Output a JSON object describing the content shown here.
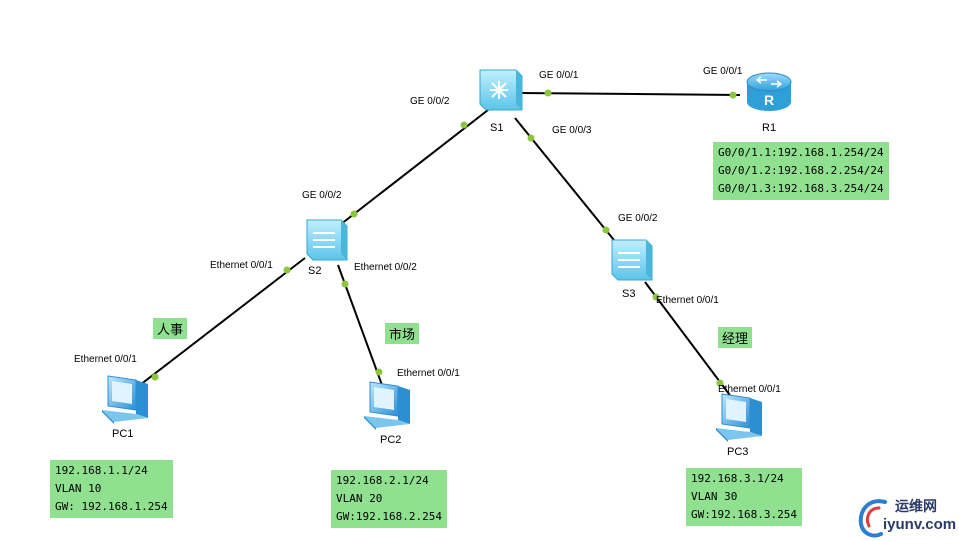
{
  "devices": {
    "s1": "S1",
    "s2": "S2",
    "s3": "S3",
    "r1": "R1",
    "pc1": "PC1",
    "pc2": "PC2",
    "pc3": "PC3"
  },
  "ports": {
    "s1_r1": "GE 0/0/1",
    "r1_s1": "GE 0/0/1",
    "s1_s2": "GE 0/0/2",
    "s2_s1": "GE 0/0/2",
    "s1_s3": "GE 0/0/3",
    "s3_s1": "GE 0/0/2",
    "s2_pc1": "Ethernet 0/0/1",
    "s2_pc2": "Ethernet 0/0/2",
    "pc1_s2": "Ethernet 0/0/1",
    "pc2_s2": "Ethernet 0/0/1",
    "s3_pc3": "Ethernet 0/0/1",
    "pc3_s3": "Ethernet 0/0/1"
  },
  "departments": {
    "hr": "人事",
    "market": "市场",
    "manager": "经理"
  },
  "router_info": [
    "G0/0/1.1:192.168.1.254/24",
    "G0/0/1.2:192.168.2.254/24",
    "G0/0/1.3:192.168.3.254/24"
  ],
  "pc1_info": [
    "192.168.1.1/24",
    "VLAN 10",
    "GW: 192.168.1.254"
  ],
  "pc2_info": [
    "192.168.2.1/24",
    "VLAN 20",
    "GW:192.168.2.254"
  ],
  "pc3_info": [
    "192.168.3.1/24",
    "VLAN 30",
    "GW:192.168.3.254"
  ],
  "watermark": {
    "title": "运维网",
    "url": "iyunv.com"
  },
  "colors": {
    "switch": "#7fd6ef",
    "router": "#4fb3e6",
    "pc": "#39a9e0",
    "port_dot": "#8cc63f",
    "label_bg": "#8fe08f"
  }
}
